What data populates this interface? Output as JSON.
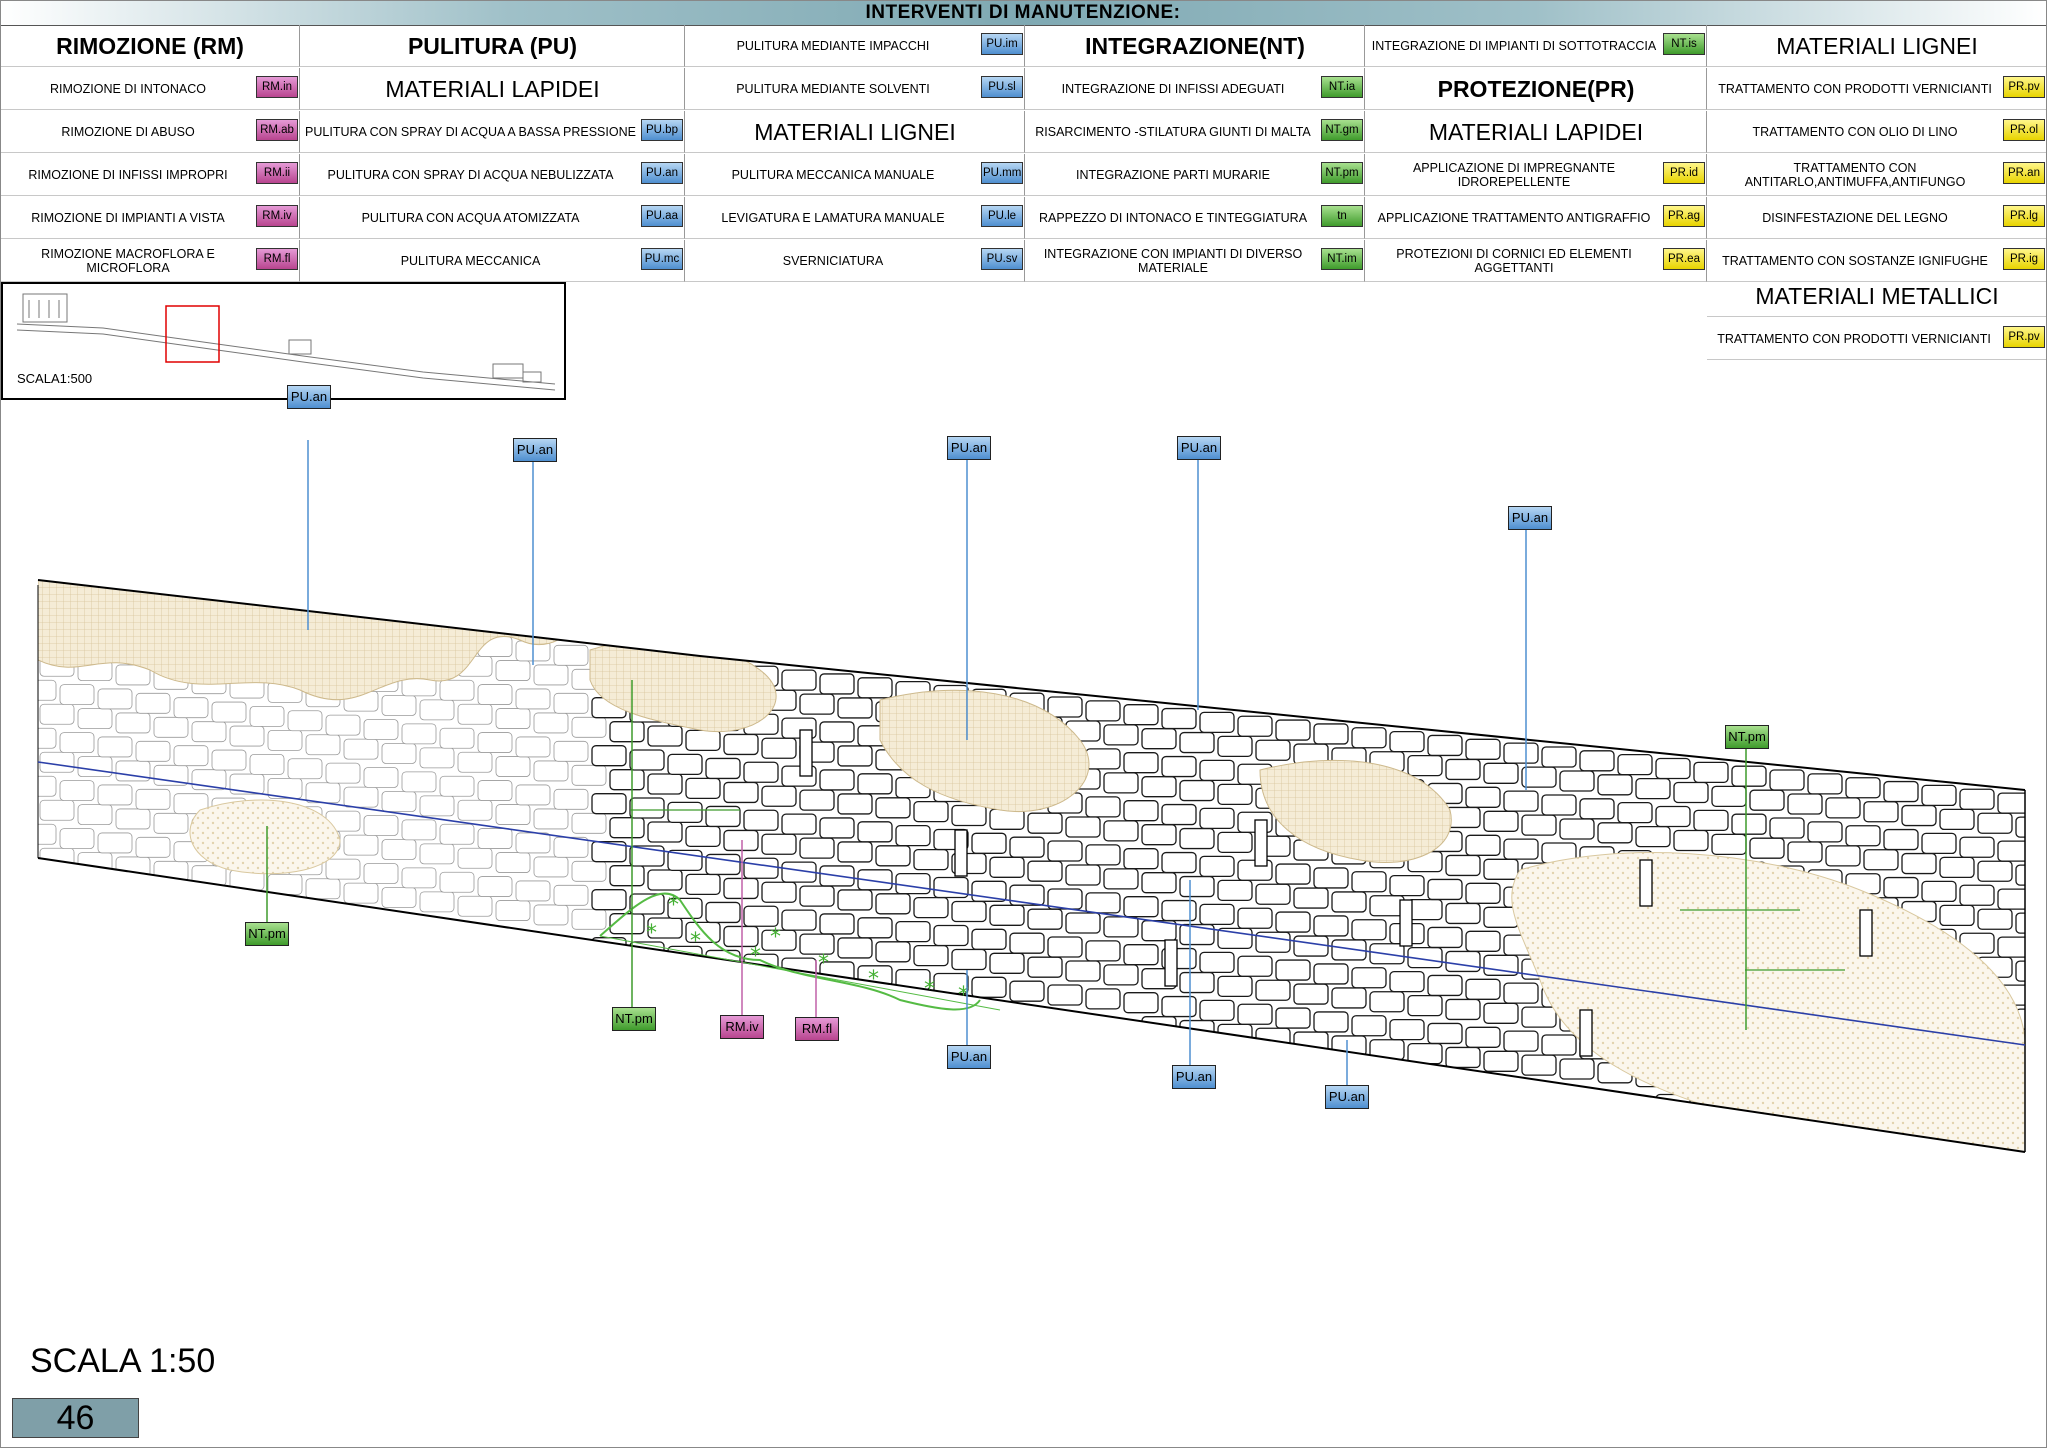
{
  "sheet_title": "INTERVENTI DI MANUTENZIONE:",
  "columns": [
    {
      "head": "RIMOZIONE (RM)",
      "rows": [
        {
          "label": "RIMOZIONE DI INTONACO",
          "code": "RM.in",
          "cat": "rm"
        },
        {
          "label": "RIMOZIONE DI ABUSO",
          "code": "RM.ab",
          "cat": "rm"
        },
        {
          "label": "RIMOZIONE DI INFISSI IMPROPRI",
          "code": "RM.ii",
          "cat": "rm"
        },
        {
          "label": "RIMOZIONE DI IMPIANTI A VISTA",
          "code": "RM.iv",
          "cat": "rm"
        },
        {
          "label": "RIMOZIONE MACROFLORA E MICROFLORA",
          "code": "RM.fl",
          "cat": "rm"
        }
      ]
    },
    {
      "head": "PULITURA (PU)",
      "sub": "MATERIALI LAPIDEI",
      "rows": [
        {
          "label": "PULITURA CON SPRAY DI ACQUA A BASSA PRESSIONE",
          "code": "PU.bp",
          "cat": "pu"
        },
        {
          "label": "PULITURA CON SPRAY DI ACQUA NEBULIZZATA",
          "code": "PU.an",
          "cat": "pu"
        },
        {
          "label": "PULITURA CON  ACQUA ATOMIZZATA",
          "code": "PU.aa",
          "cat": "pu"
        },
        {
          "label": "PULITURA MECCANICA",
          "code": "PU.mc",
          "cat": "pu"
        }
      ]
    },
    {
      "rows": [
        {
          "label": "PULITURA  MEDIANTE IMPACCHI",
          "code": "PU.im",
          "cat": "pu"
        },
        {
          "label": "PULITURA MEDIANTE SOLVENTI",
          "code": "PU.sl",
          "cat": "pu"
        },
        {
          "sub": "MATERIALI LIGNEI"
        },
        {
          "label": "PULITURA MECCANICA MANUALE",
          "code": "PU.mm",
          "cat": "pu"
        },
        {
          "label": "LEVIGATURA E LAMATURA MANUALE",
          "code": "PU.le",
          "cat": "pu"
        },
        {
          "label": "SVERNICIATURA",
          "code": "PU.sv",
          "cat": "pu"
        }
      ]
    },
    {
      "head": "INTEGRAZIONE(NT)",
      "rows": [
        {
          "label": "INTEGRAZIONE DI INFISSI ADEGUATI",
          "code": "NT.ia",
          "cat": "nt"
        },
        {
          "label": "RISARCIMENTO -STILATURA GIUNTI DI MALTA",
          "code": "NT.gm",
          "cat": "nt"
        },
        {
          "label": "INTEGRAZIONE PARTI MURARIE",
          "code": "NT.pm",
          "cat": "nt"
        },
        {
          "label": "RAPPEZZO DI INTONACO E TINTEGGIATURA",
          "code": "tn",
          "cat": "nt"
        },
        {
          "label": "INTEGRAZIONE CON IMPIANTI DI DIVERSO MATERIALE",
          "code": "NT.im",
          "cat": "nt"
        }
      ]
    },
    {
      "rows": [
        {
          "label": "INTEGRAZIONE DI IMPIANTI DI SOTTOTRACCIA",
          "code": "NT.is",
          "cat": "nt"
        },
        {
          "head": "PROTEZIONE(PR)"
        },
        {
          "sub": "MATERIALI LAPIDEI"
        },
        {
          "label": "APPLICAZIONE DI IMPREGNANTE IDROREPELLENTE",
          "code": "PR.id",
          "cat": "pr"
        },
        {
          "label": "APPLICAZIONE TRATTAMENTO ANTIGRAFFIO",
          "code": "PR.ag",
          "cat": "pr"
        },
        {
          "label": "PROTEZIONI DI CORNICI ED ELEMENTI AGGETTANTI",
          "code": "PR.ea",
          "cat": "pr"
        }
      ]
    },
    {
      "sub": "MATERIALI LIGNEI",
      "rows": [
        {
          "label": "TRATTAMENTO CON PRODOTTI VERNICIANTI",
          "code": "PR.pv",
          "cat": "pr"
        },
        {
          "label": "TRATTAMENTO CON OLIO DI LINO",
          "code": "PR.ol",
          "cat": "pr"
        },
        {
          "label": "TRATTAMENTO CON ANTITARLO,ANTIMUFFA,ANTIFUNGO",
          "code": "PR.an",
          "cat": "pr"
        },
        {
          "label": "DISINFESTAZIONE DEL LEGNO",
          "code": "PR.lg",
          "cat": "pr"
        },
        {
          "label": "TRATTAMENTO CON SOSTANZE IGNIFUGHE",
          "code": "PR.ig",
          "cat": "pr"
        }
      ]
    }
  ],
  "metal": {
    "sub": "MATERIALI METALLICI",
    "label": "TRATTAMENTO CON PRODOTTI VERNICIANTI",
    "code": "PR.pv"
  },
  "keymap_scale": "SCALA1:500",
  "drawing_tags": [
    {
      "code": "PU.an",
      "cat": "pu"
    },
    {
      "code": "PU.an",
      "cat": "pu"
    },
    {
      "code": "PU.an",
      "cat": "pu"
    },
    {
      "code": "PU.an",
      "cat": "pu"
    },
    {
      "code": "PU.an",
      "cat": "pu"
    },
    {
      "code": "NT.pm",
      "cat": "nt"
    },
    {
      "code": "NT.pm",
      "cat": "nt"
    },
    {
      "code": "NT.pm",
      "cat": "nt"
    },
    {
      "code": "RM.iv",
      "cat": "rm"
    },
    {
      "code": "RM.fl",
      "cat": "rm"
    },
    {
      "code": "PU.an",
      "cat": "pu"
    },
    {
      "code": "PU.an",
      "cat": "pu"
    },
    {
      "code": "PU.an",
      "cat": "pu"
    }
  ],
  "drawing_scale": "SCALA 1:50",
  "page_number": "46",
  "colors": {
    "rm": "#c060a8",
    "pu": "#4f8fd0",
    "nt": "#3f9b2c",
    "pr": "#e8d400",
    "plaster": "#e9dcc0",
    "section_line": "#2b3fa8"
  }
}
